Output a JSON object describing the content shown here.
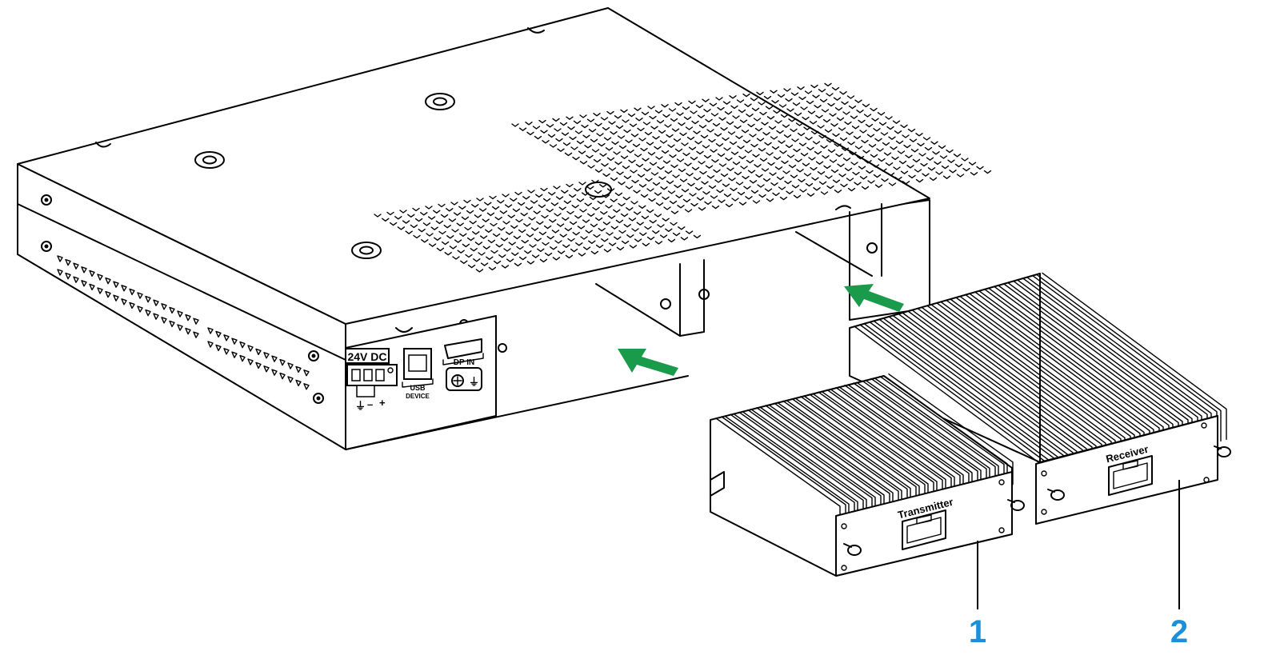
{
  "colors": {
    "line": "#000000",
    "arrow": "#1a9b4b",
    "callout": "#1b8fd8",
    "background": "#ffffff"
  },
  "base_unit": {
    "power_label": "24V DC",
    "power_terminals": [
      "⏚",
      "–",
      "+"
    ],
    "usb_label_line1": "USB",
    "usb_label_line2": "DEVICE",
    "dp_label": "DP IN"
  },
  "modules": {
    "transmitter_label": "Transmitter",
    "receiver_label": "Receiver"
  },
  "callouts": [
    {
      "number": "1",
      "target": "transmitter"
    },
    {
      "number": "2",
      "target": "receiver"
    }
  ],
  "icons": [
    "insert-arrow-icon",
    "ground-icon",
    "rj45-port-icon",
    "thumb-screw-icon"
  ]
}
